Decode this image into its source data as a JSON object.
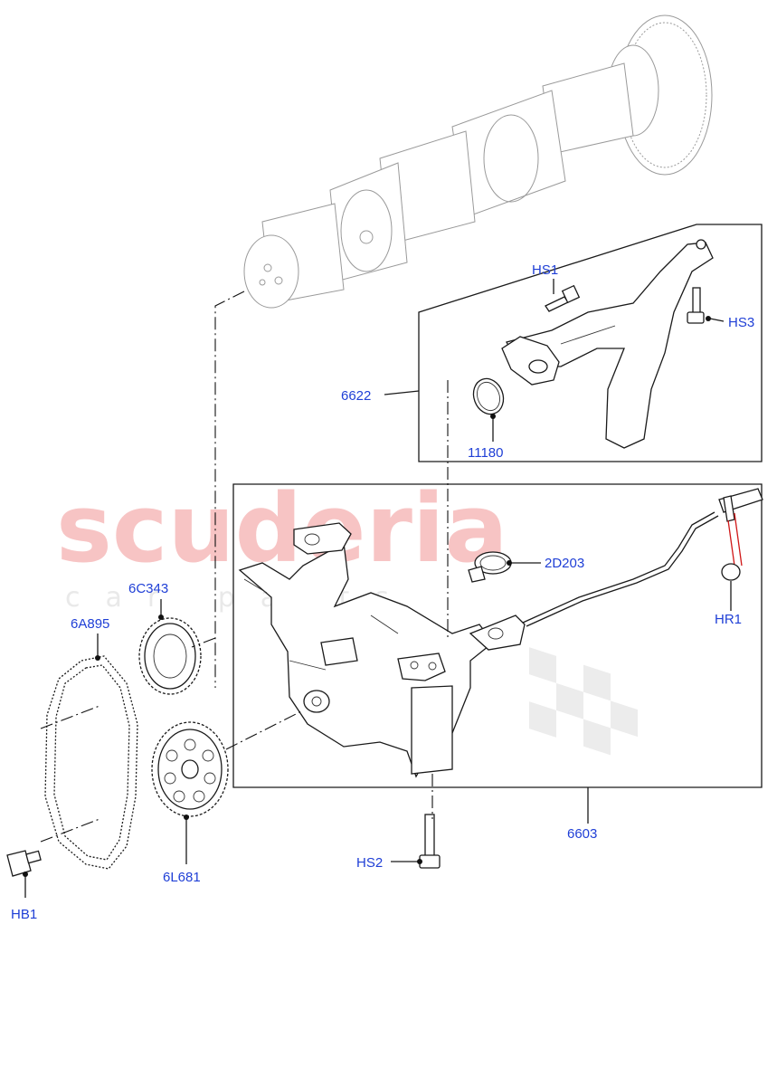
{
  "watermark": {
    "brand": "scuderia",
    "sub": "car parts"
  },
  "colors": {
    "label": "#1f3fd6",
    "watermark": "#f7c4c4",
    "line": "#1a1a1a",
    "ghost": "#9a9a9a",
    "wire_accent": "#d01818"
  },
  "labels": {
    "hs1": "HS1",
    "hs3": "HS3",
    "p6622": "6622",
    "p11180": "11180",
    "p2d203": "2D203",
    "hr1": "HR1",
    "p6c343": "6C343",
    "p6a895": "6A895",
    "p6603": "6603",
    "p6l681": "6L681",
    "hs2": "HS2",
    "hb1": "HB1"
  }
}
